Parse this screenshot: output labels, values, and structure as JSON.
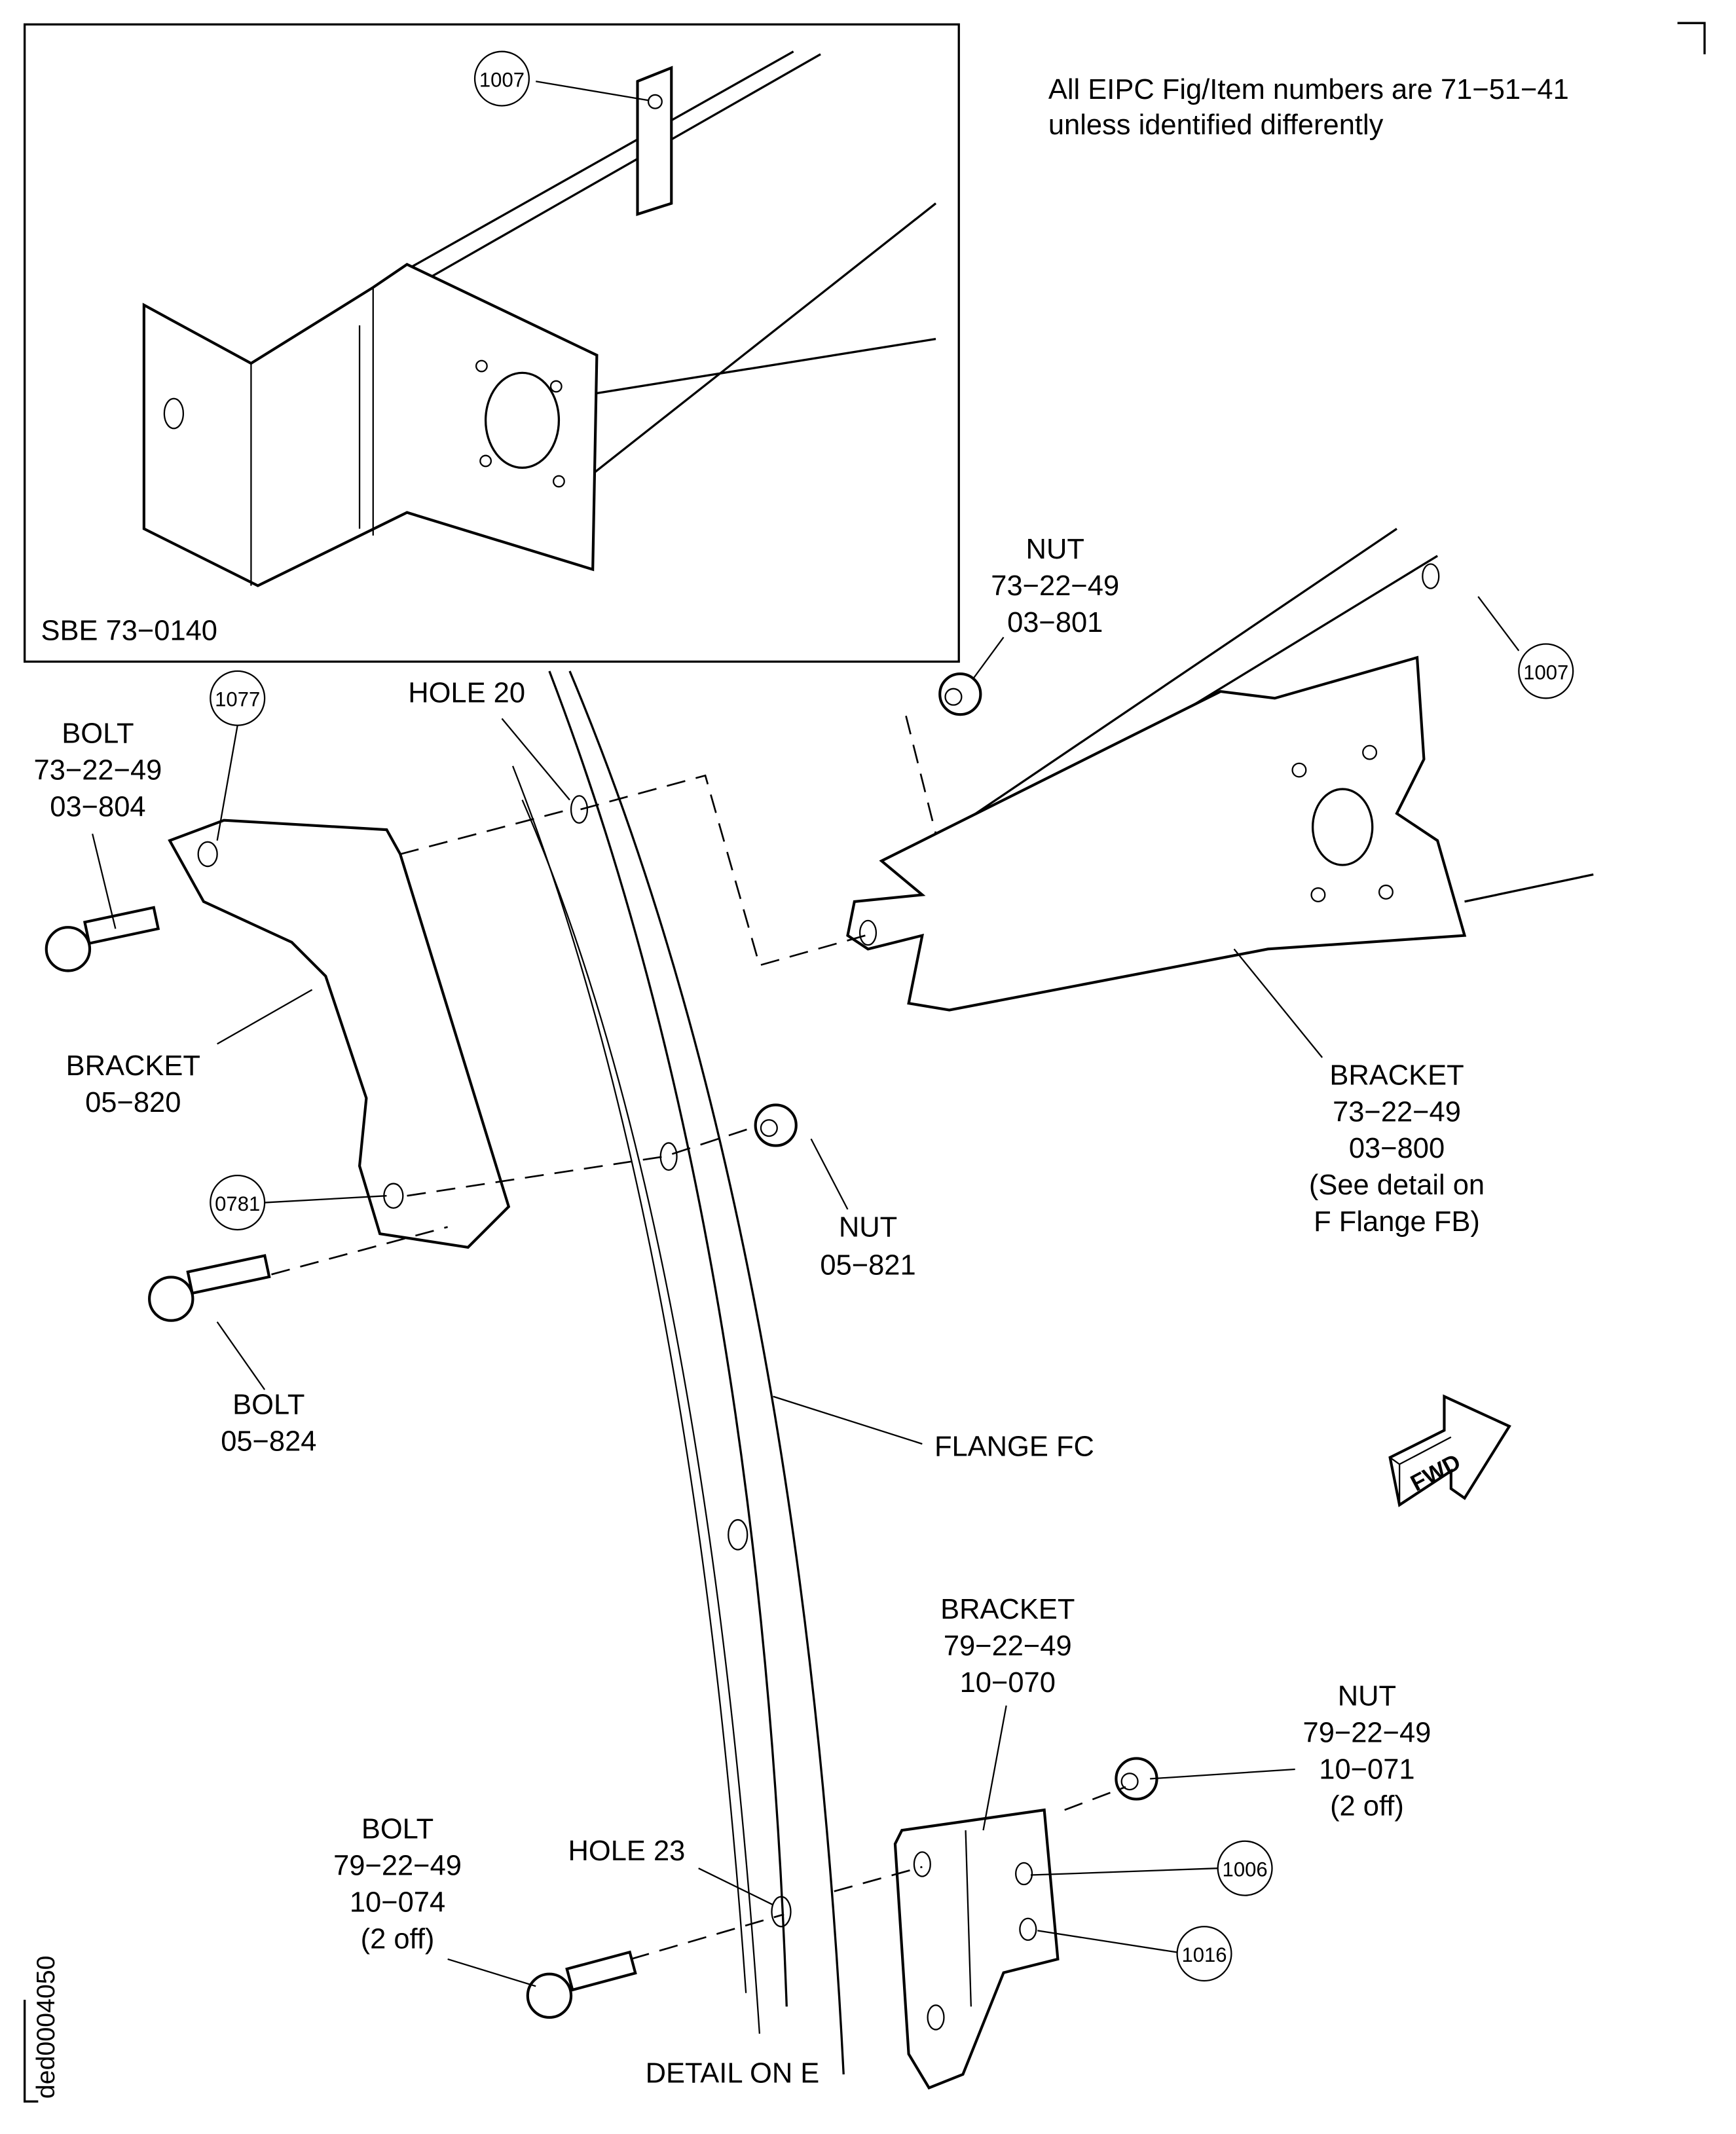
{
  "note": {
    "line1": "All EIPC Fig/Item numbers are 71−51−41",
    "line2": "unless identified differently"
  },
  "inset": {
    "caption": "SBE 73−0140",
    "item_circle": "1007"
  },
  "item_circles": {
    "c1007": "1007",
    "c1077": "1077",
    "c0781": "0781",
    "c1006": "1006",
    "c1016": "1016"
  },
  "labels": {
    "nut_top": [
      "NUT",
      "73−22−49",
      "03−801"
    ],
    "hole20": "HOLE 20",
    "bolt_top": [
      "BOLT",
      "73−22−49",
      "03−804"
    ],
    "bracket_left": [
      "BRACKET",
      "05−820"
    ],
    "nut_mid": [
      "NUT",
      "05−821"
    ],
    "bolt_mid": [
      "BOLT",
      "05−824"
    ],
    "flange": "FLANGE FC",
    "bracket_right": [
      "BRACKET",
      "73−22−49",
      "03−800",
      "(See detail on",
      "F Flange FB)"
    ],
    "bracket_bottom": [
      "BRACKET",
      "79−22−49",
      "10−070"
    ],
    "nut_bottom": [
      "NUT",
      "79−22−49",
      "10−071",
      "(2 off)"
    ],
    "bolt_bottom": [
      "BOLT",
      "79−22−49",
      "10−074",
      "(2 off)"
    ],
    "hole23": "HOLE 23",
    "detail": "DETAIL ON E"
  },
  "fwd_arrow": "FWD",
  "drawing_id": "ded0004050"
}
